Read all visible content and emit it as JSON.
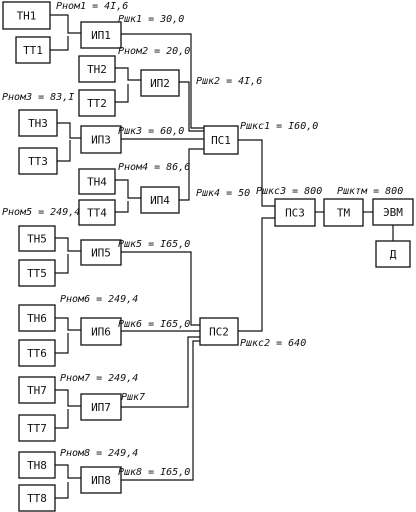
{
  "blocks": {
    "tn1": "ТН1",
    "tt1": "ТТ1",
    "ip1": "ИП1",
    "tn2": "ТН2",
    "tt2": "ТТ2",
    "ip2": "ИП2",
    "tn3": "ТН3",
    "tt3": "ТТ3",
    "ip3": "ИП3",
    "tn4": "ТН4",
    "tt4": "ТТ4",
    "ip4": "ИП4",
    "tn5": "ТН5",
    "tt5": "ТТ5",
    "ip5": "ИП5",
    "tn6": "ТН6",
    "tt6": "ТТ6",
    "ip6": "ИП6",
    "tn7": "ТН7",
    "tt7": "ТТ7",
    "ip7": "ИП7",
    "tn8": "ТН8",
    "tt8": "ТТ8",
    "ip8": "ИП8",
    "ps1": "ПС1",
    "ps2": "ПС2",
    "ps3": "ПС3",
    "tm": "ТМ",
    "evm": "ЭВМ",
    "d": "Д"
  },
  "params": {
    "p_nom1": "Pном1 = 4I,6",
    "p_shk1": "Pшк1 = 30,0",
    "p_nom2": "Pном2 = 20,0",
    "p_shk2": "Pшк2 = 4I,6",
    "p_nom3": "Pном3 = 83,I",
    "p_shk3": "Pшк3 = 60,0",
    "p_shks1": "Pшкс1 = I60,0",
    "p_nom4": "Pном4 = 86,6",
    "p_shk4": "Pшк4 = 50",
    "p_shks3": "Pшкс3 = 800",
    "p_shktm": "Pшктм = 800",
    "p_nom5": "Pном5 = 249,4",
    "p_shk5": "Pшк5 = I65,0",
    "p_nom6": "Pном6 = 249,4",
    "p_shk6": "Pшк6 = I65,0",
    "p_shks2": "Pшкс2 = 640",
    "p_nom7": "Pном7 = 249,4",
    "p_shk7": "Pшк7",
    "p_nom8": "Pном8 = 249,4",
    "p_shk8": "Pшк8 = I65,0"
  }
}
